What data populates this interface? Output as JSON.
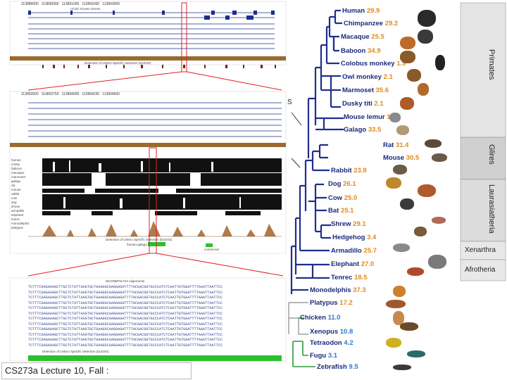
{
  "caption": "CS273a Lecture 10, Fall :",
  "left_panel": {
    "browser_label": "UCSC Known Genes",
    "conservation_label": "Detection of UnEvo Specific Selection (DLESS)",
    "alignment_label": "NKGRBPSLT34 Alignments",
    "human_galago": "human-galago",
    "conserved": "conserved",
    "species_rows": [
      "human",
      "chimp",
      "baboon",
      "macaque",
      "marmoset",
      "galago",
      "rat",
      "mouse",
      "rabbit",
      "cow",
      "dog",
      "shrew",
      "armadillo",
      "elephant",
      "tenrec",
      "monodelphis",
      "platypus"
    ],
    "seq_rows": [
      "TCTTTCGAGAAAGCTTGCTCTATTAAGTGCTGAAGGCAAGGAGATTTTACGACGGTGCCCATCTCAATTGTGGATTTTAAATTAATTCC",
      "TCTTTCGAGAAAGCTTGCTCTATTAAGTGCTGAAGGCAAGGAGATTTTACGACGGTGCCCATCTCAATTGTGGATTTTAAATTAATTCC",
      "TCTTTCGAGAAAGCTTGCTCTATTAAGTGCTGAAGGCAAGGAGATTTTACGACGGTGCCCATCTCAATTGTGGATTTTAAATTAATTCC",
      "TCTTTCGAGAAAGCTTGCTCTATTAAGTGCTGAAGGCAAGGAGATTTTACGACGGTGCCCATCTCAATTGTGGATTTTAAATTAATTCC",
      "TCTTTCGAGAAAGCTTGCTCTATTAAGTGCTGAAGGCAAGGAGATTTTACGACGGTGCCCATCTCAATTGTGGATTTTAAATTAATTCC",
      "TCTTTCGAGAAAGCTTGCTCTATTAAGTGCTGAAGGCAAGGAGATTTTACGACGGTGCCCATCTCAATTGTGGATTTTAAATTAATTCC",
      "TCTTTCGAGAAAGCTTGCTCTATTAAGTGCTGAAGGCAAGGAGATTTTACGACGGTGCCCATCTCAATTGTGGATTTTAAATTAATTCC",
      "TCTTTCGAGAAAGCTTGCTCTATTAAGTGCTGAAGGCAAGGAGATTTTACGACGGTGCCCATCTCAATTGTGGATTTTAAATTAATTCC",
      "TCTTTCGAGAAAGCTTGCTCTATTAAGTGCTGAAGGCAAGGAGATTTTACGACGGTGCCCATCTCAATTGTGGATTTTAAATTAATTCC",
      "TCTTTCGAGAAAGCTTGCTCTATTAAGTGCTGAAGGCAAGGAGATTTTACGACGGTGCCCATCTCAATTGTGGATTTTAAATTAATTCC",
      "TCTTTCGAGAAAGCTTGCTCTATTAAGTGCTGAAGGCAAGGAGATTTTACGACGGTGCCCATCTCAATTGTGGATTTTAAATTAATTCC",
      "TCTTTCGAGAAAGCTTGCTCTATTAAGTGCTGAAGGCAAGGAGATTTTACGACGGTGCCCATCTCAATTGTGGATTTTAAATTAATTCC"
    ]
  },
  "tree": {
    "species": [
      {
        "name": "Human",
        "value": "29.9"
      },
      {
        "name": "Chimpanzee",
        "value": "29.2"
      },
      {
        "name": "Macaque",
        "value": "25.5"
      },
      {
        "name": "Baboon",
        "value": "34.9"
      },
      {
        "name": "Colobus monkey",
        "value": "1.9"
      },
      {
        "name": "Owl monkey",
        "value": "2.1"
      },
      {
        "name": "Marmoset",
        "value": "35.6"
      },
      {
        "name": "Dusky titi",
        "value": "2.1"
      },
      {
        "name": "Mouse lemur",
        "value": "1.6"
      },
      {
        "name": "Galago",
        "value": "33.5"
      },
      {
        "name": "Rat",
        "value": "31.4"
      },
      {
        "name": "Mouse",
        "value": "30.5"
      },
      {
        "name": "Rabbit",
        "value": "23.8"
      },
      {
        "name": "Dog",
        "value": "26.1"
      },
      {
        "name": "Cow",
        "value": "25.0"
      },
      {
        "name": "Bat",
        "value": "25.1"
      },
      {
        "name": "Shrew",
        "value": "29.1"
      },
      {
        "name": "Hedgehog",
        "value": "3.4"
      },
      {
        "name": "Armadillo",
        "value": "25.7"
      },
      {
        "name": "Elephant",
        "value": "27.0"
      },
      {
        "name": "Tenrec",
        "value": "18.5"
      },
      {
        "name": "Monodelphis",
        "value": "37.3"
      },
      {
        "name": "Platypus",
        "value": "17.2"
      },
      {
        "name": "Chicken",
        "value": "11.0"
      },
      {
        "name": "Xenopus",
        "value": "10.8"
      },
      {
        "name": "Tetraodon",
        "value": "4.2"
      },
      {
        "name": "Fugu",
        "value": "3.1"
      },
      {
        "name": "Zebrafish",
        "value": "9.5"
      }
    ],
    "clades": {
      "primates": "Primates",
      "glires": "Glires",
      "laurasiatheria": "Laurasiatheria",
      "xenarthra": "Xenarthra",
      "afrotheria": "Afrotheria"
    },
    "marker_s": "S"
  }
}
